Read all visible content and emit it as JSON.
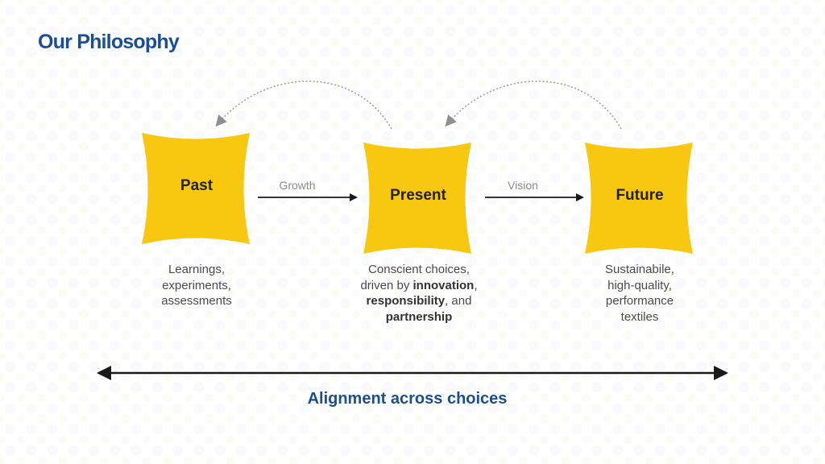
{
  "title": "Our Philosophy",
  "colors": {
    "accent": "#1b4f93",
    "node_fill": "#f8c70f",
    "arrow": "#1a1a1a",
    "curve": "#999999"
  },
  "nodes": [
    {
      "label": "Past",
      "description": [
        "Learnings,",
        "experiments,",
        "assessments"
      ]
    },
    {
      "label": "Present",
      "description_parts": {
        "line1": "Conscient choices,",
        "line2_pre": "driven by ",
        "innovation": "innovation",
        "comma": ",",
        "responsibility": "responsibility",
        "and": ", and",
        "partnership": "partnership"
      }
    },
    {
      "label": "Future",
      "description": [
        "Sustainabile,",
        "high-quality,",
        "performance",
        "textiles"
      ]
    }
  ],
  "edges": [
    {
      "from": "Past",
      "to": "Present",
      "label": "Growth"
    },
    {
      "from": "Present",
      "to": "Future",
      "label": "Vision"
    }
  ],
  "feedback_edges": [
    {
      "from": "Present",
      "to": "Past",
      "style": "dotted-curve"
    },
    {
      "from": "Future",
      "to": "Present",
      "style": "dotted-curve"
    }
  ],
  "footer": "Alignment across choices"
}
